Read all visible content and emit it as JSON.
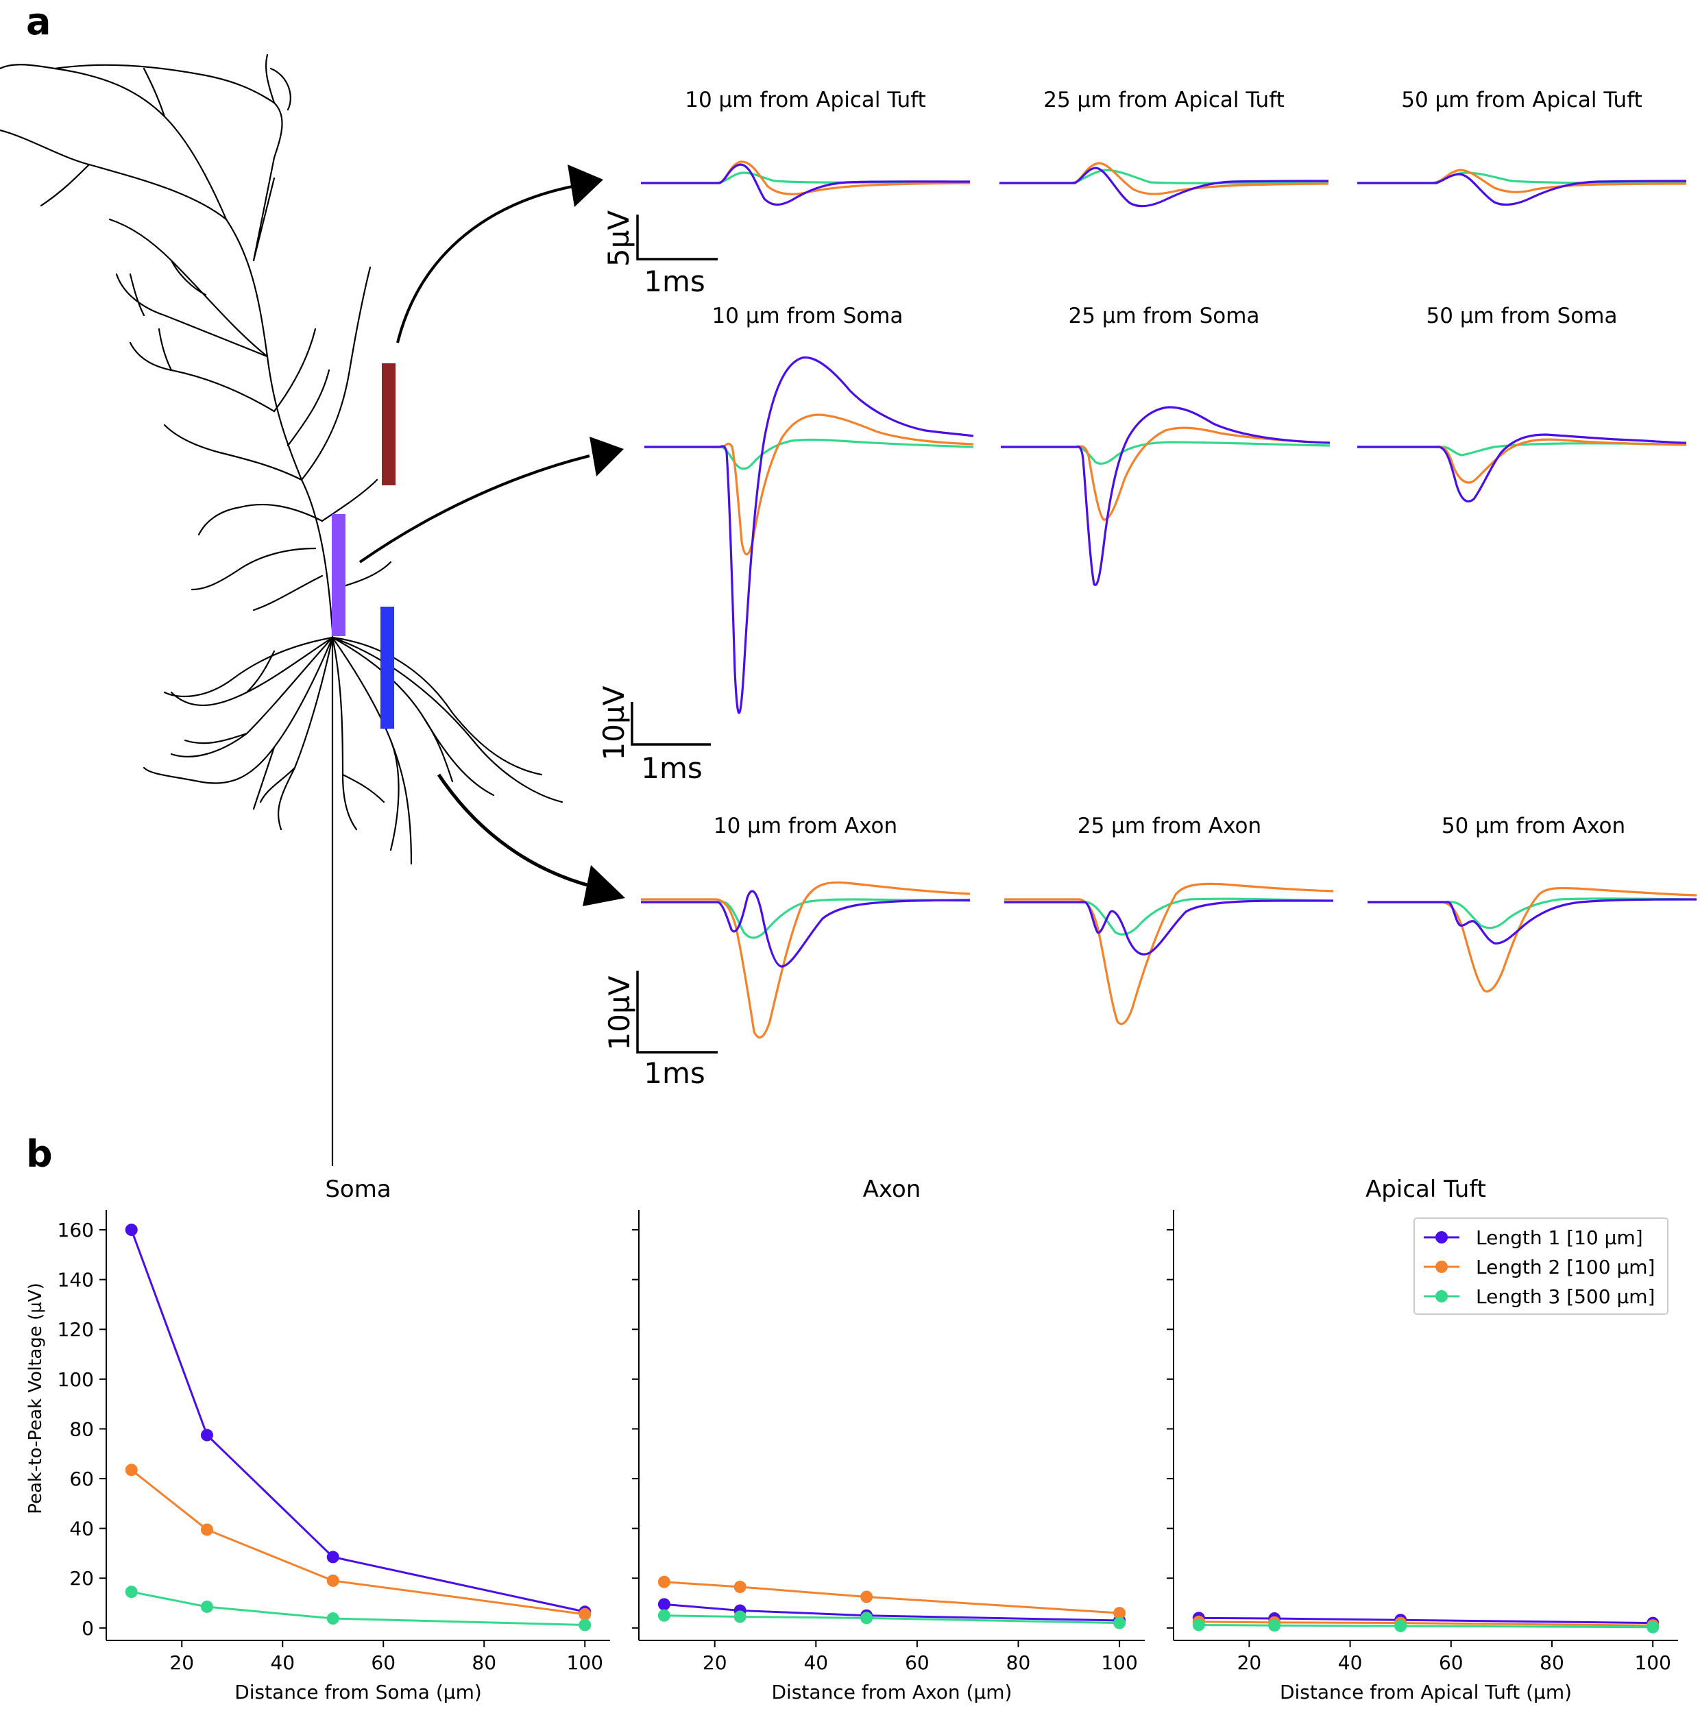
{
  "panel_labels": {
    "a": "a",
    "b": "b"
  },
  "colors": {
    "length1": "#4a0ee8",
    "length2": "#f5822a",
    "length3": "#33d98b",
    "probe_apical": "#8e2424",
    "probe_soma": "#8a4dff",
    "probe_axon": "#2a36f5",
    "neuron": "#000000"
  },
  "panel_a": {
    "trace_titles": {
      "tuft": [
        "10 µm from Apical Tuft",
        "25 µm from Apical Tuft",
        "50 µm from Apical Tuft"
      ],
      "soma": [
        "10 µm from Soma",
        "25 µm from Soma",
        "50 µm from Soma"
      ],
      "axon": [
        "10 µm from Axon",
        "25 µm from Axon",
        "50 µm from Axon"
      ]
    },
    "scale_bars": {
      "tuft": {
        "v": "5µV",
        "t": "1ms"
      },
      "soma": {
        "v": "10µV",
        "t": "1ms"
      },
      "axon": {
        "v": "10µV",
        "t": "1ms"
      }
    }
  },
  "chart_data": [
    {
      "type": "line",
      "title": "Soma",
      "xlabel": "Distance from Soma (µm)",
      "ylabel": "Peak-to-Peak Voltage (µV)",
      "x": [
        10,
        25,
        50,
        100
      ],
      "xticks": [
        20,
        40,
        60,
        80,
        100
      ],
      "yticks": [
        0,
        20,
        40,
        60,
        80,
        100,
        120,
        140,
        160
      ],
      "xlim": [
        5,
        105
      ],
      "ylim": [
        -5,
        168
      ],
      "series": [
        {
          "name": "Length 1 [10 µm]",
          "values": [
            160,
            77.5,
            28.5,
            6.5
          ]
        },
        {
          "name": "Length 2 [100 µm]",
          "values": [
            63.5,
            39.5,
            19,
            5.5
          ]
        },
        {
          "name": "Length 3 [500 µm]",
          "values": [
            14.5,
            8.5,
            3.8,
            1.2
          ]
        }
      ]
    },
    {
      "type": "line",
      "title": "Axon",
      "xlabel": "Distance from Axon (µm)",
      "ylabel": "",
      "x": [
        10,
        25,
        50,
        100
      ],
      "xticks": [
        20,
        40,
        60,
        80,
        100
      ],
      "xlim": [
        5,
        105
      ],
      "ylim": [
        -5,
        168
      ],
      "series": [
        {
          "name": "Length 1 [10 µm]",
          "values": [
            9.5,
            7,
            5,
            3
          ]
        },
        {
          "name": "Length 2 [100 µm]",
          "values": [
            18.5,
            16.5,
            12.5,
            6
          ]
        },
        {
          "name": "Length 3 [500 µm]",
          "values": [
            5,
            4.5,
            4,
            2
          ]
        }
      ]
    },
    {
      "type": "line",
      "title": "Apical Tuft",
      "xlabel": "Distance from Apical Tuft (µm)",
      "ylabel": "",
      "x": [
        10,
        25,
        50,
        100
      ],
      "xticks": [
        20,
        40,
        60,
        80,
        100
      ],
      "xlim": [
        5,
        105
      ],
      "ylim": [
        -5,
        168
      ],
      "legend": "top-right",
      "series": [
        {
          "name": "Length 1 [10 µm]",
          "values": [
            4,
            3.8,
            3.2,
            2
          ]
        },
        {
          "name": "Length 2 [100 µm]",
          "values": [
            2.5,
            2.2,
            2,
            1
          ]
        },
        {
          "name": "Length 3 [500 µm]",
          "values": [
            1.2,
            1,
            0.8,
            0.3
          ]
        }
      ]
    }
  ]
}
